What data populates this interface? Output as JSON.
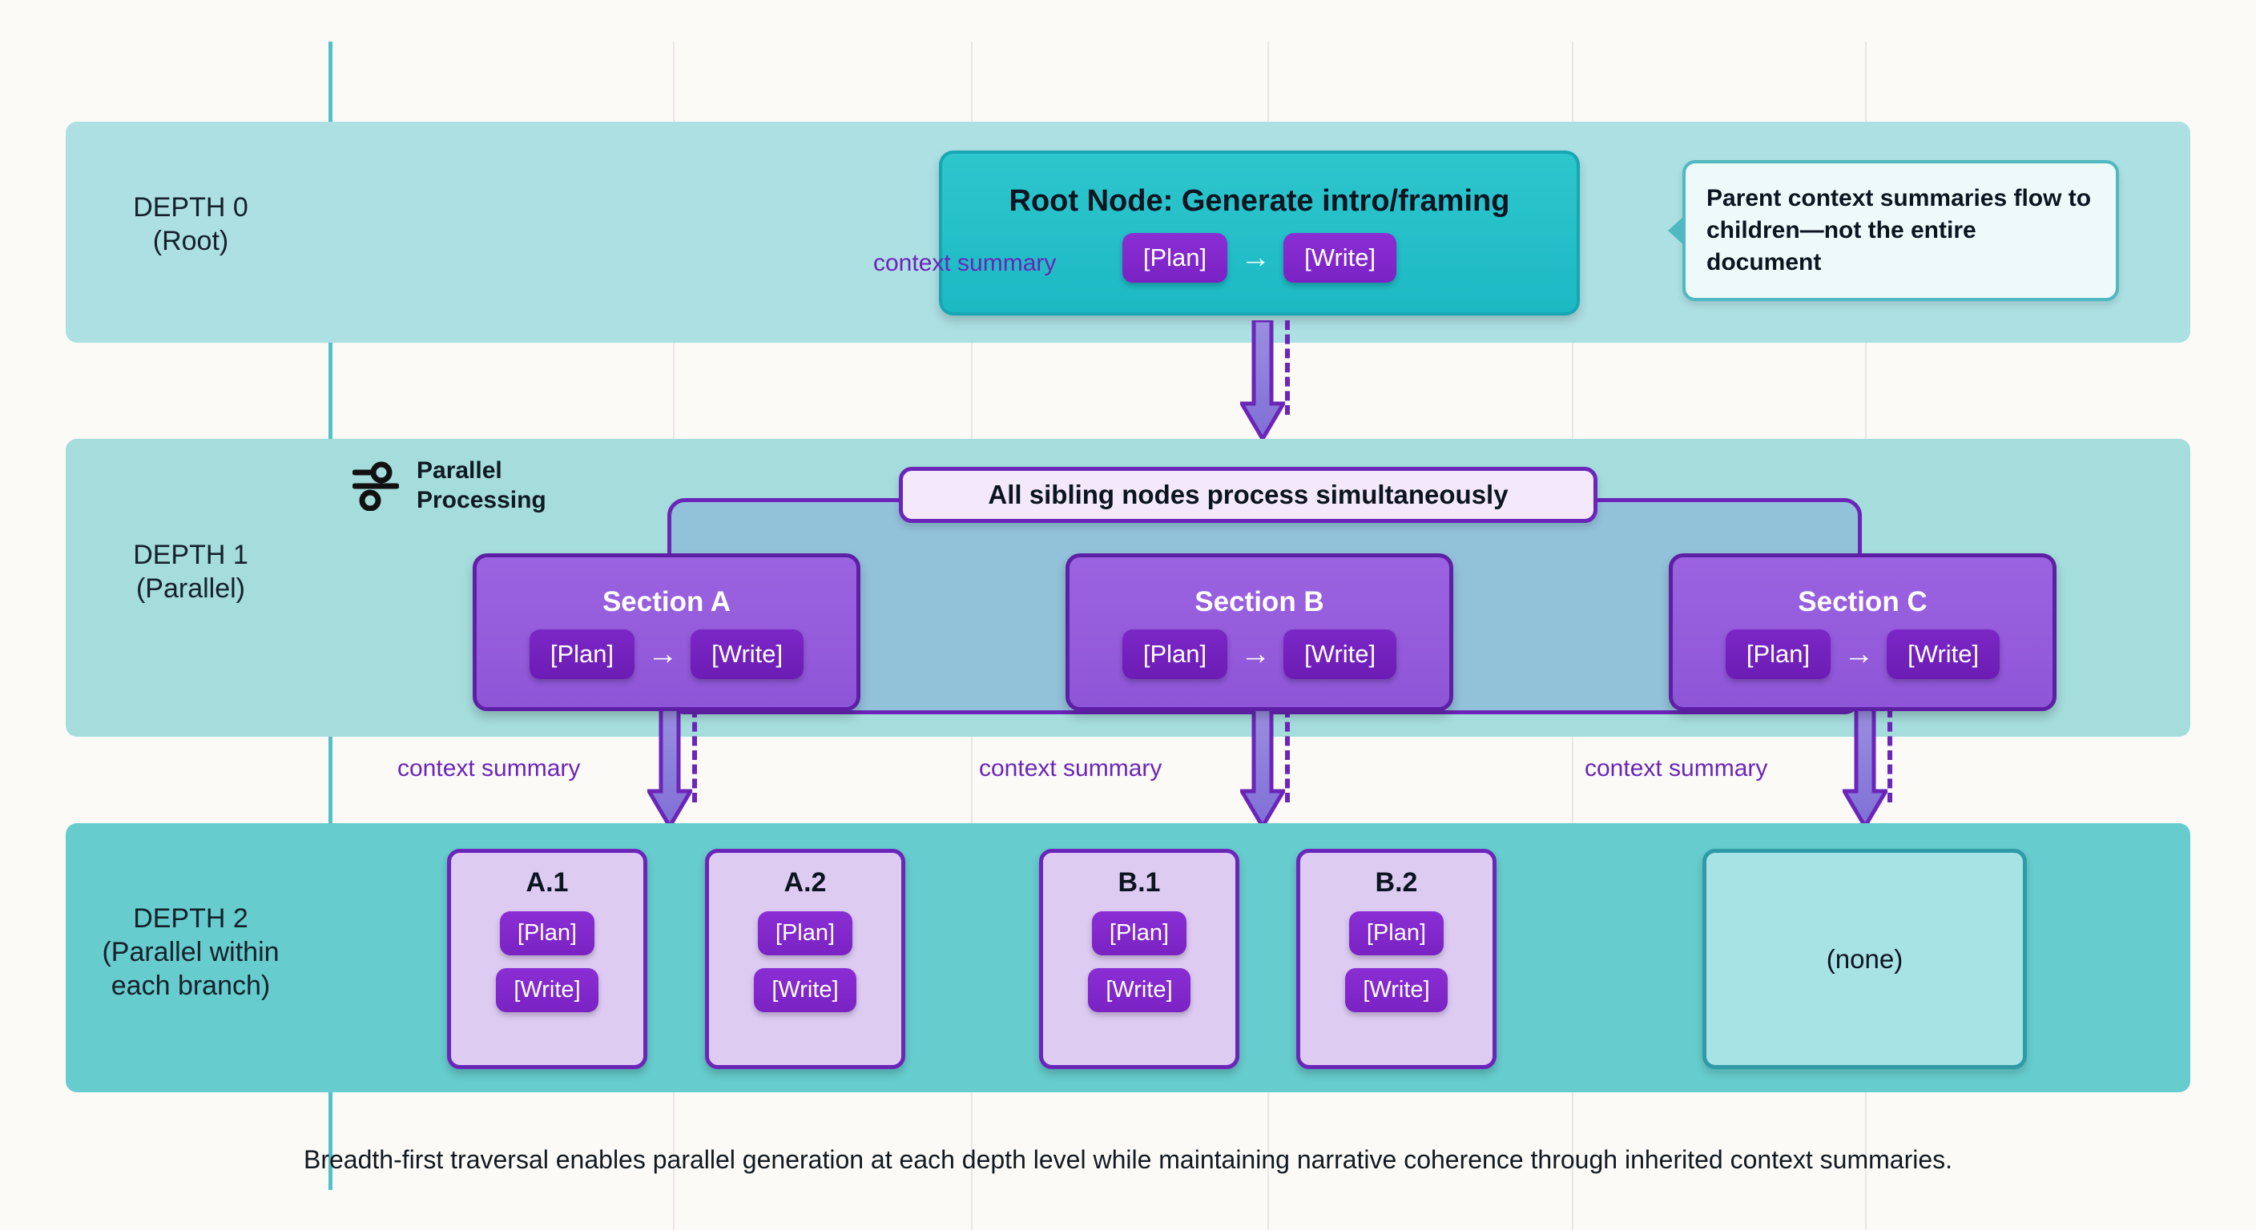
{
  "diagram": {
    "caption": "Breadth-first traversal enables parallel generation at each depth level while maintaining narrative coherence through inherited context summaries.",
    "banner": "All sibling nodes process simultaneously",
    "callout": "Parent context summaries flow to children—not the entire document",
    "parallel_legend": {
      "line1": "Parallel",
      "line2": "Processing",
      "icon": "sliders-icon"
    },
    "edge_label": "context summary",
    "bands": [
      {
        "id": "depth-0",
        "label_line1": "DEPTH 0",
        "label_line2": "(Root)",
        "color": "#ade0e3"
      },
      {
        "id": "depth-1",
        "label_line1": "DEPTH 1",
        "label_line2": "(Parallel)",
        "color": "#a5dcdc"
      },
      {
        "id": "depth-2",
        "label_line1": "DEPTH 2",
        "label_line2": "(Parallel within",
        "label_line3": "each branch)",
        "color": "#66cccd"
      }
    ],
    "root": {
      "title": "Root Node: Generate intro/framing",
      "plan": "[Plan]",
      "arrow": "→",
      "write": "[Write]"
    },
    "sections": [
      {
        "title": "Section A",
        "plan": "[Plan]",
        "arrow": "→",
        "write": "[Write]"
      },
      {
        "title": "Section B",
        "plan": "[Plan]",
        "arrow": "→",
        "write": "[Write]"
      },
      {
        "title": "Section C",
        "plan": "[Plan]",
        "arrow": "→",
        "write": "[Write]"
      }
    ],
    "leaves": [
      {
        "title": "A.1",
        "plan": "[Plan]",
        "write": "[Write]"
      },
      {
        "title": "A.2",
        "plan": "[Plan]",
        "write": "[Write]"
      },
      {
        "title": "B.1",
        "plan": "[Plan]",
        "write": "[Write]"
      },
      {
        "title": "B.2",
        "plan": "[Plan]",
        "write": "[Write]"
      }
    ],
    "empty_leaf": "(none)",
    "colors": {
      "teal_band": "#66cccd",
      "root_node": "#1cb9c4",
      "purple": "#6b25b8",
      "chip": "#7a22c4",
      "accent_line": "#3fb8c4"
    }
  }
}
